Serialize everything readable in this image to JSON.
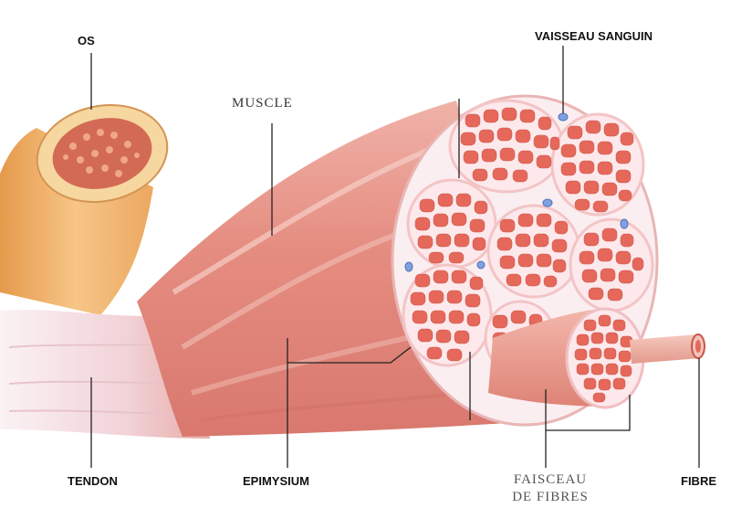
{
  "labels": {
    "os": "OS",
    "muscle": "MUSCLE",
    "vaisseau": "VAISSEAU SANGUIN",
    "tendon": "TENDON",
    "epimysium": "EPIMYSIUM",
    "faisceau_line1": "FAISCEAU",
    "faisceau_line2": "DE FIBRES",
    "fibre": "FIBRE"
  },
  "colors": {
    "bone": "#f2b46a",
    "bone_marrow": "#d9765a",
    "muscle": "#e8948a",
    "muscle_light": "#f5c9c0",
    "tendon": "#f4e6ea",
    "fiber_cell": "#e5685a",
    "connective": "#fbeef0",
    "vessel": "#6f8fd6",
    "leader_line": "#222222"
  }
}
